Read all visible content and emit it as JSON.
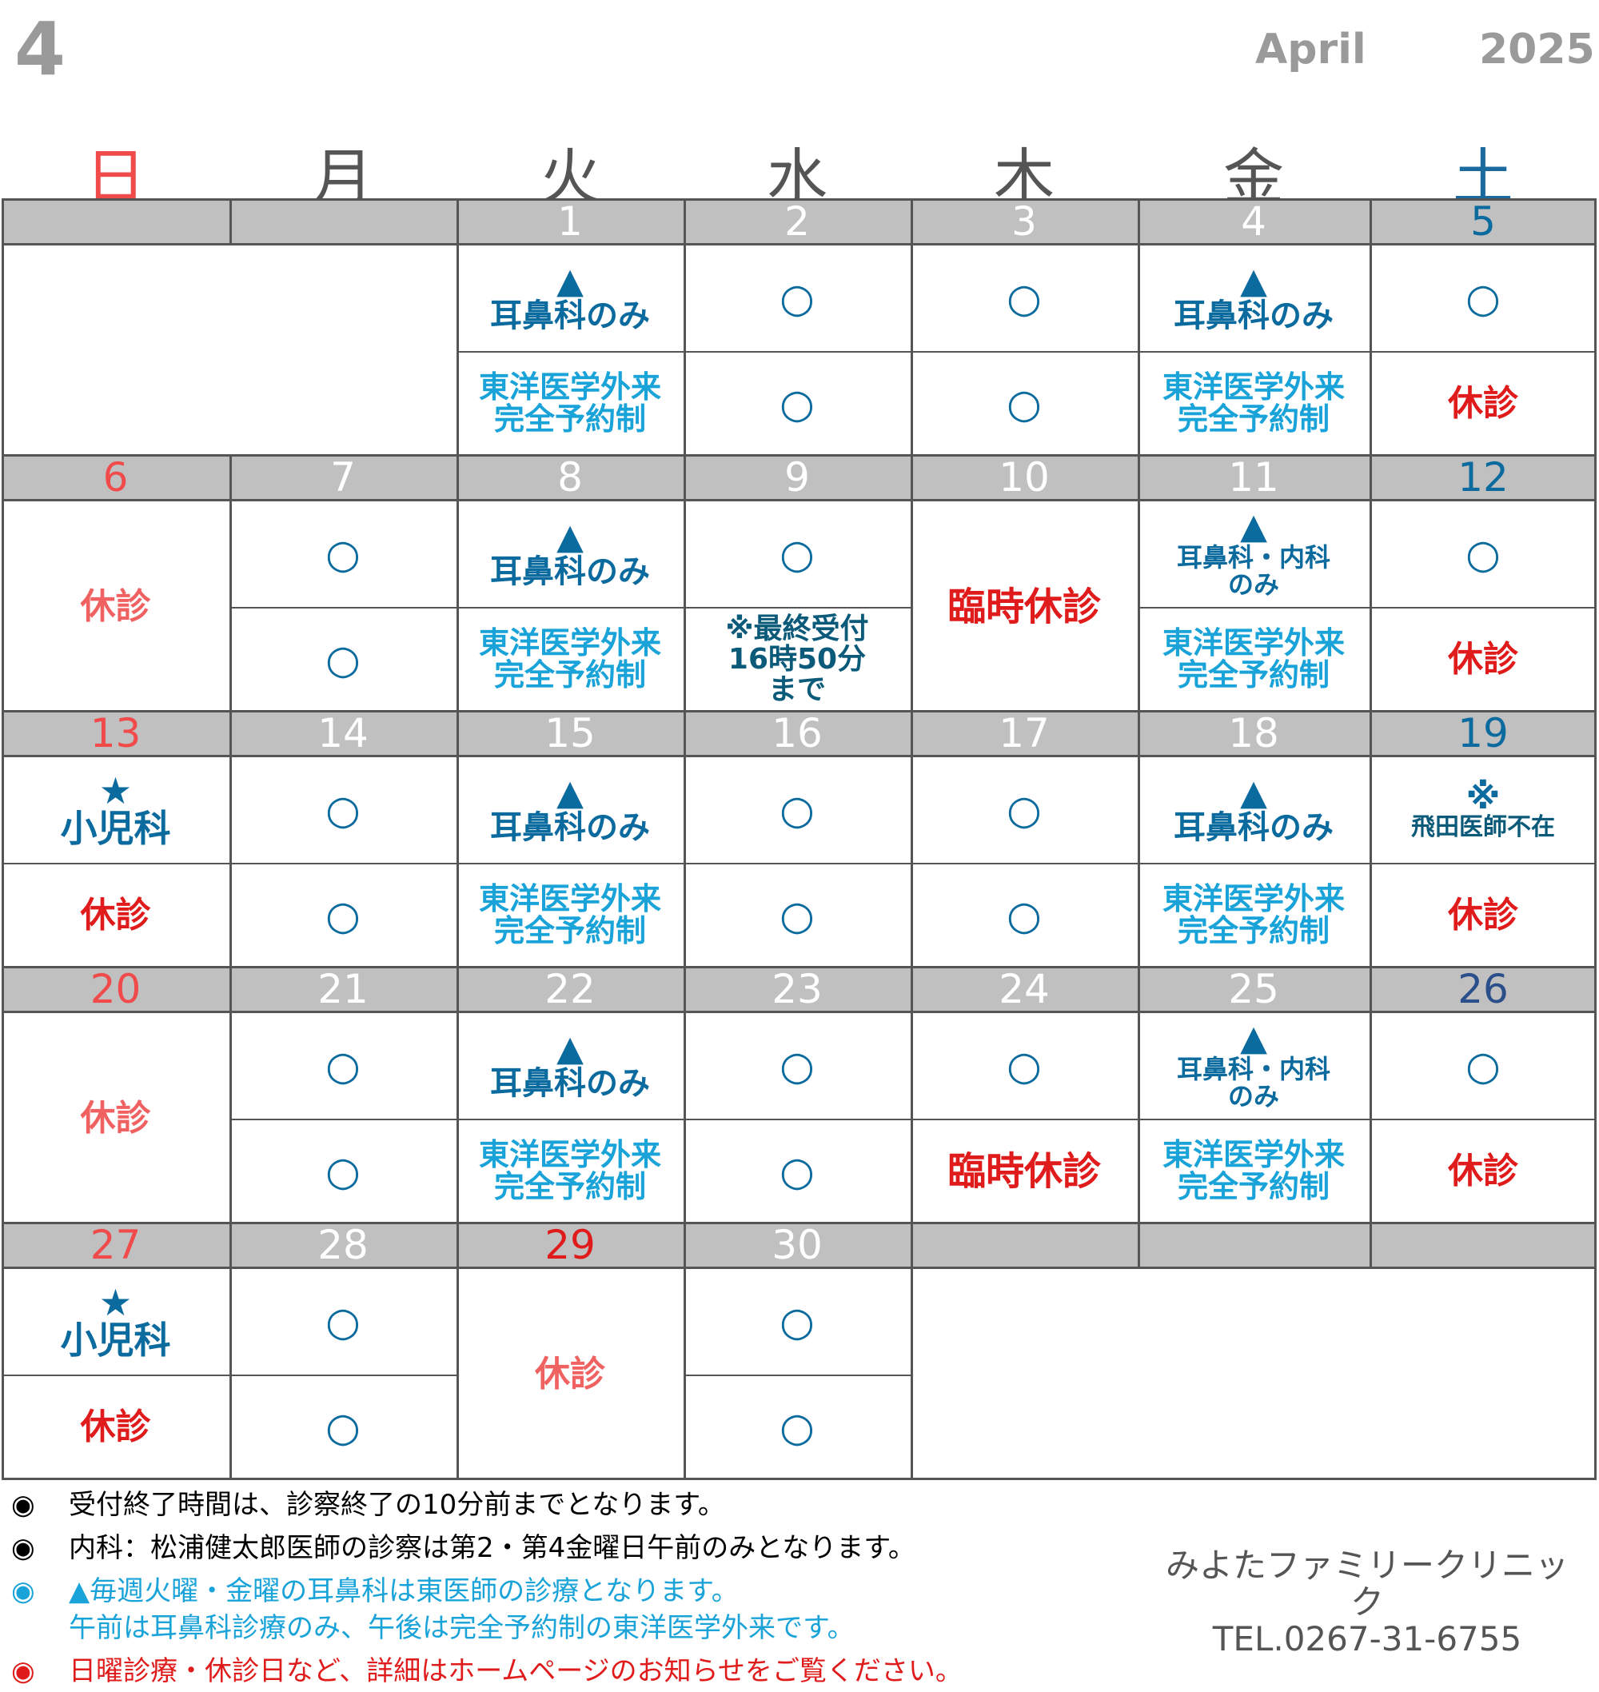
{
  "header": {
    "month_num": "4",
    "month_name": "April",
    "year": "2025"
  },
  "weekdays": [
    "日",
    "月",
    "火",
    "水",
    "木",
    "金",
    "土"
  ],
  "weekday_colors": [
    "#f04a4a",
    "#555555",
    "#555555",
    "#555555",
    "#555555",
    "#555555",
    "#1a6a9e"
  ],
  "weeks": [
    [
      "",
      "",
      "1",
      "2",
      "3",
      "4",
      "5"
    ],
    [
      "6",
      "7",
      "8",
      "9",
      "10",
      "11",
      "12"
    ],
    [
      "13",
      "14",
      "15",
      "16",
      "17",
      "18",
      "19"
    ],
    [
      "20",
      "21",
      "22",
      "23",
      "24",
      "25",
      "26"
    ],
    [
      "27",
      "28",
      "29",
      "30",
      "",
      "",
      ""
    ]
  ],
  "labels": {
    "circle": "○",
    "triangle": "▲",
    "star": "★",
    "kome": "※",
    "ent_only": "耳鼻科のみ",
    "ent_internal": "耳鼻科・内科",
    "only": "のみ",
    "touyou1": "東洋医学外来",
    "touyou2": "完全予約制",
    "closed": "休診",
    "temp_closed": "臨時休診",
    "pediatrics": "小児科",
    "last_rec1": "※最終受付",
    "last_rec2": "16時50分",
    "last_rec3": "まで",
    "hida_absent": "飛田医師不在"
  },
  "footnotes": [
    {
      "bullet": "◉",
      "text": "受付終了時間は、診察終了の10分前までとなります。",
      "color": "#000000"
    },
    {
      "bullet": "◉",
      "text": "内科：松浦健太郎医師の診察は第2・第4金曜日午前のみとなります。",
      "color": "#000000"
    },
    {
      "bullet": "◉",
      "text": "▲毎週火曜・金曜の耳鼻科は東医師の診療となります。",
      "color": "#19a3d8"
    },
    {
      "bullet": "",
      "text": "午前は耳鼻科診療のみ、午後は完全予約制の東洋医学外来です。",
      "color": "#19a3d8"
    },
    {
      "bullet": "◉",
      "text": "日曜診療・休診日など、詳細はホームページのお知らせをご覧ください。",
      "color": "#e01b1b"
    }
  ],
  "clinic": {
    "name": "みよたファミリークリニック",
    "tel": "TEL.0267-31-6755"
  }
}
